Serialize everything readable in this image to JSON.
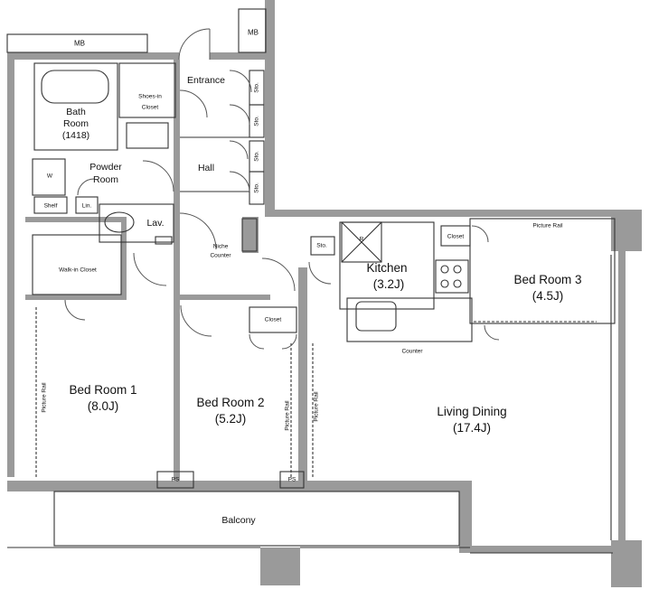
{
  "rooms": {
    "mb_left": "MB",
    "mb_right": "MB",
    "entrance": "Entrance",
    "sto_1": "Sto.",
    "sto_2": "Sto.",
    "sto_3": "Sto.",
    "sto_4": "Sto.",
    "sto_kitchen": "Sto.",
    "shoes_in_closet_1": "Shoes-in",
    "shoes_in_closet_2": "Closet",
    "bath_room": "Bath",
    "bath_room_2": "Room",
    "bath_size": "(1418)",
    "powder_room": "Powder",
    "powder_room_2": "Room",
    "w": "W",
    "shelf": "Shelf",
    "lin": "Lin.",
    "lav": "Lav.",
    "hall": "Hall",
    "niche_counter_1": "Niche",
    "niche_counter_2": "Counter",
    "walk_in_closet": "Walk-in Closet",
    "kitchen": "Kitchen",
    "kitchen_size": "(3.2J)",
    "refrigerator": "R",
    "counter": "Counter",
    "closet_br3": "Closet",
    "picture_rail_br3": "Picture Rail",
    "bed_room_3": "Bed Room 3",
    "bed_room_3_size": "(4.5J)",
    "closet_br2": "Closet",
    "picture_rail_br1": "Picture Rail",
    "bed_room_1": "Bed Room 1",
    "bed_room_1_size": "(8.0J)",
    "bed_room_2": "Bed Room 2",
    "bed_room_2_size": "(5.2J)",
    "picture_rail_br2": "Picture Rail",
    "picture_rail_ld": "Picture Rail",
    "living_dining": "Living Dining",
    "living_dining_size": "(17.4J)",
    "ps_1": "PS",
    "ps_2": "PS",
    "balcony": "Balcony"
  },
  "colors": {
    "wall": "#9a9a9a",
    "line": "#333333",
    "light_line": "#777777"
  }
}
